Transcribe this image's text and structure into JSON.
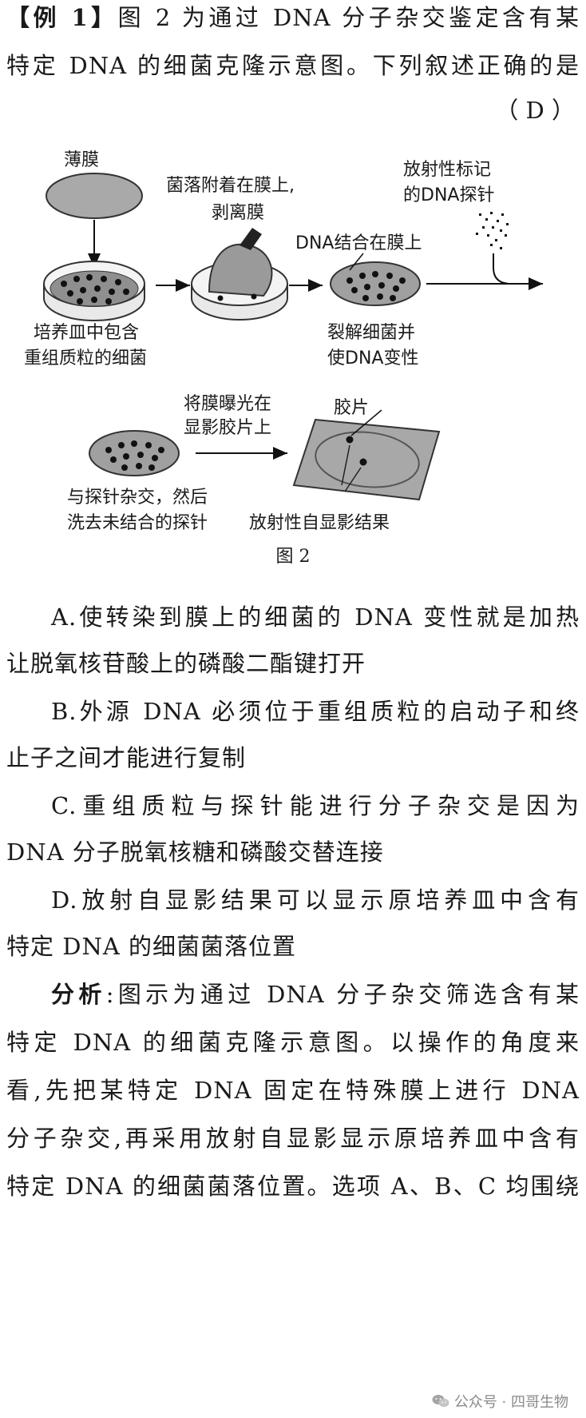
{
  "question": {
    "line1_prefix": "【例 1】",
    "line1_rest": "图 2 为通过 DNA 分子杂交鉴定含有某",
    "line2": "特定 DNA 的细菌克隆示意图。下列叙述正确的是",
    "answer": "（ D ）"
  },
  "figure": {
    "labels": {
      "membrane": "薄膜",
      "colonies_attached_1": "菌落附着在膜上,",
      "colonies_attached_2": "剥离膜",
      "probe_1": "放射性标记",
      "probe_2": "的DNA探针",
      "dna_bind": "DNA结合在膜上",
      "dish_1": "培养皿中包含",
      "dish_2": "重组质粒的细菌",
      "lyse_1": "裂解细菌并",
      "lyse_2": "使DNA变性",
      "expose_1": "将膜曝光在",
      "expose_2": "显影胶片上",
      "film": "胶片",
      "hybrid_1": "与探针杂交，然后",
      "hybrid_2": "洗去未结合的探针",
      "result": "放射性自显影结果"
    },
    "caption": "图 2"
  },
  "options": {
    "a1": "A.使转染到膜上的细菌的 DNA 变性就是加热",
    "a2": "让脱氧核苷酸上的磷酸二酯键打开",
    "b1": "B.外源 DNA 必须位于重组质粒的启动子和终",
    "b2": "止子之间才能进行复制",
    "c1": "C.重组质粒与探针能进行分子杂交是因为",
    "c2": "DNA 分子脱氧核糖和磷酸交替连接",
    "d1": "D.放射自显影结果可以显示原培养皿中含有",
    "d2": "特定 DNA 的细菌菌落位置"
  },
  "analysis": {
    "label": "分析",
    "line1_rest": ":图示为通过 DNA 分子杂交筛选含有某",
    "line2": "特定 DNA 的细菌克隆示意图。以操作的角度来",
    "line3": "看,先把某特定 DNA 固定在特殊膜上进行 DNA",
    "line4": "分子杂交,再采用放射自显影显示原培养皿中含有",
    "line5": "特定 DNA 的细菌菌落位置。选项 A、B、C 均围绕"
  },
  "watermark": "公众号 · 四哥生物",
  "watermark_icon": "wechat-icon"
}
